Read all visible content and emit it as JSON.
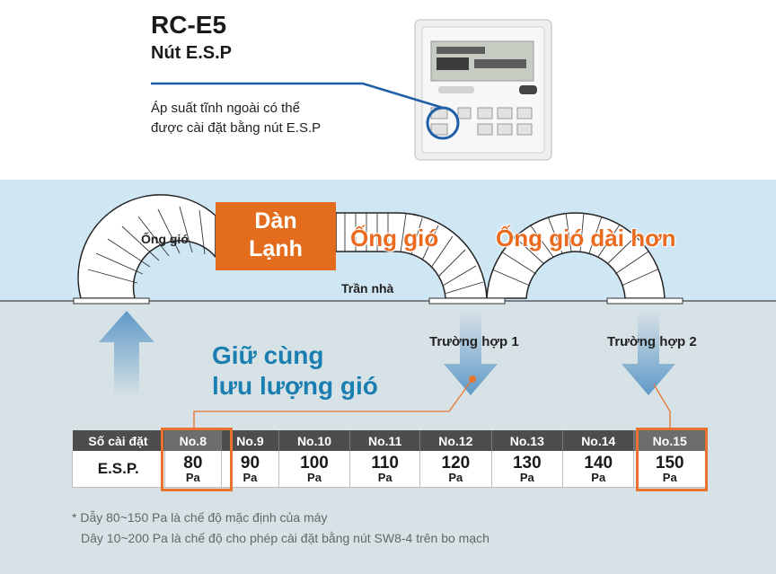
{
  "header": {
    "title": "RC-E5",
    "subtitle": "Nút E.S.P",
    "description_line1": "Áp suất tĩnh ngoài có thể",
    "description_line2": "được cài đặt bằng nút E.S.P",
    "remote_icon": "remote-controller-icon"
  },
  "diagram": {
    "indoor_unit_line1": "Dàn",
    "indoor_unit_line2": "Lạnh",
    "duct_left": "Ống gió",
    "duct_mid": "Ống gió",
    "duct_long": "Ống gió dài hơn",
    "ceiling": "Trần nhà",
    "case1": "Trường hợp 1",
    "case2": "Trường hợp 2",
    "keep_airflow_line1": "Giữ cùng",
    "keep_airflow_line2": "lưu lượng gió",
    "highlighted_settings": [
      "No.8",
      "No.15"
    ],
    "colors": {
      "accent_orange": "#e46c1d",
      "sky_band": "#cfe6f4",
      "room": "#d7e2e6",
      "arrow_blue": "#6ea3cc",
      "text_blue": "#1a7fb0"
    }
  },
  "table": {
    "row_header_setting": "Số cài đặt",
    "row_header_esp": "E.S.P.",
    "settings": [
      "No.8",
      "No.9",
      "No.10",
      "No.11",
      "No.12",
      "No.13",
      "No.14",
      "No.15"
    ],
    "values": [
      "80",
      "90",
      "100",
      "110",
      "120",
      "130",
      "140",
      "150"
    ],
    "unit": "Pa"
  },
  "footnotes": {
    "line1": "* Dẫy  80~150 Pa là chế độ mặc định của máy",
    "line2": "Dây  10~200 Pa là chế độ cho phép cài đặt bằng nút SW8-4 trên bo mạch"
  }
}
